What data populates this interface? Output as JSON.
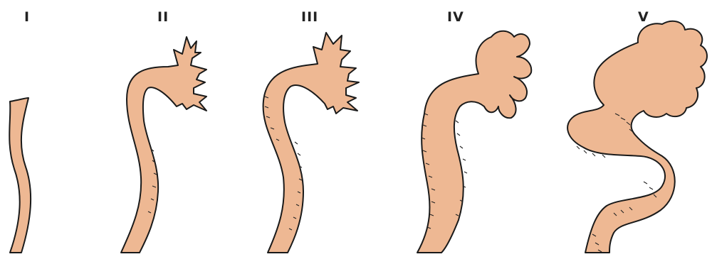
{
  "figure": {
    "stages": [
      {
        "id": "I",
        "label": "I"
      },
      {
        "id": "II",
        "label": "II"
      },
      {
        "id": "III",
        "label": "III"
      },
      {
        "id": "IV",
        "label": "IV"
      },
      {
        "id": "V",
        "label": "V"
      }
    ],
    "colors": {
      "fill": "#eeb893",
      "outline": "#1a1a1a",
      "background": "#ffffff"
    }
  }
}
